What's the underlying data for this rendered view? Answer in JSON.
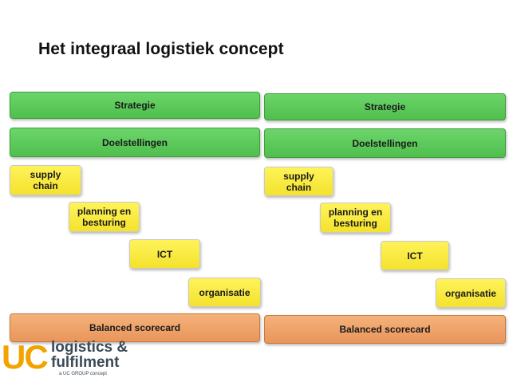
{
  "title": "Het integraal logistiek concept",
  "left": {
    "strategie": "Strategie",
    "doelstellingen": "Doelstellingen",
    "supply_chain": "supply\nchain",
    "planning": "planning en\nbesturing",
    "ict": "ICT",
    "organisatie": "organisatie",
    "balanced": "Balanced scorecard"
  },
  "right": {
    "strategie": "Strategie",
    "doelstellingen": "Doelstellingen",
    "supply_chain": "supply\nchain",
    "planning": "planning en\nbesturing",
    "ict": "ICT",
    "organisatie": "organisatie",
    "balanced": "Balanced scorecard"
  },
  "logo": {
    "uc": "UC",
    "line1": "logistics &",
    "line2": "fulfilment",
    "sub": "a UC GROUP concept"
  },
  "colors": {
    "green": "#55c453",
    "orange": "#ee9f64",
    "yellow": "#f8e83a",
    "logo_orange": "#f2a300"
  }
}
